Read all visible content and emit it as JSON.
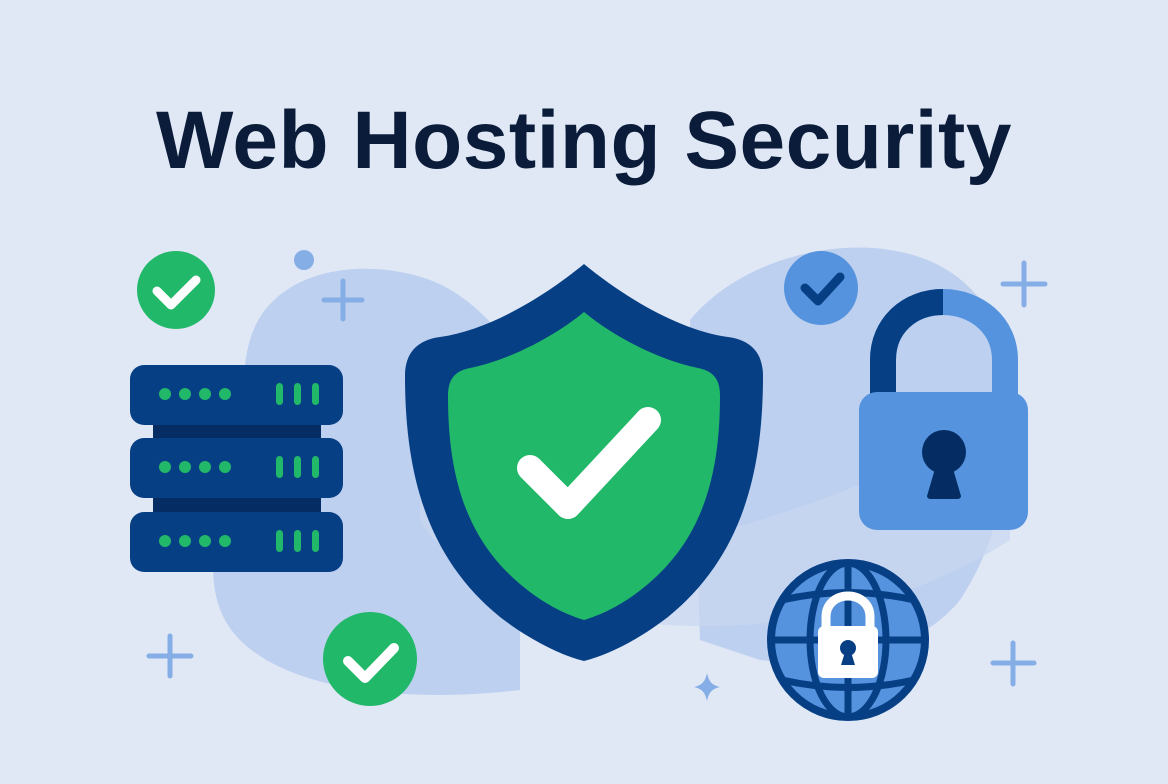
{
  "title": "Web Hosting Security",
  "colors": {
    "background": "#e0e8f6",
    "blob": "#b6cbec",
    "blob_light": "#c9d8f1",
    "navy": "#073f85",
    "navy_dark": "#062d63",
    "green": "#22b869",
    "mid_blue": "#5593de",
    "light_blue_accent": "#86aee6",
    "title": "#0b1c3a",
    "white": "#ffffff"
  },
  "illustration": {
    "elements": [
      {
        "name": "server-rack-icon",
        "units": 3,
        "dots_per_unit": 4,
        "bars_per_unit": 3
      },
      {
        "name": "security-shield-icon",
        "mark": "checkmark"
      },
      {
        "name": "padlock-icon"
      },
      {
        "name": "globe-lock-icon"
      },
      {
        "name": "check-badge-top-left",
        "color": "green"
      },
      {
        "name": "check-badge-bottom",
        "color": "green"
      },
      {
        "name": "check-badge-top-right",
        "color": "blue"
      }
    ]
  }
}
